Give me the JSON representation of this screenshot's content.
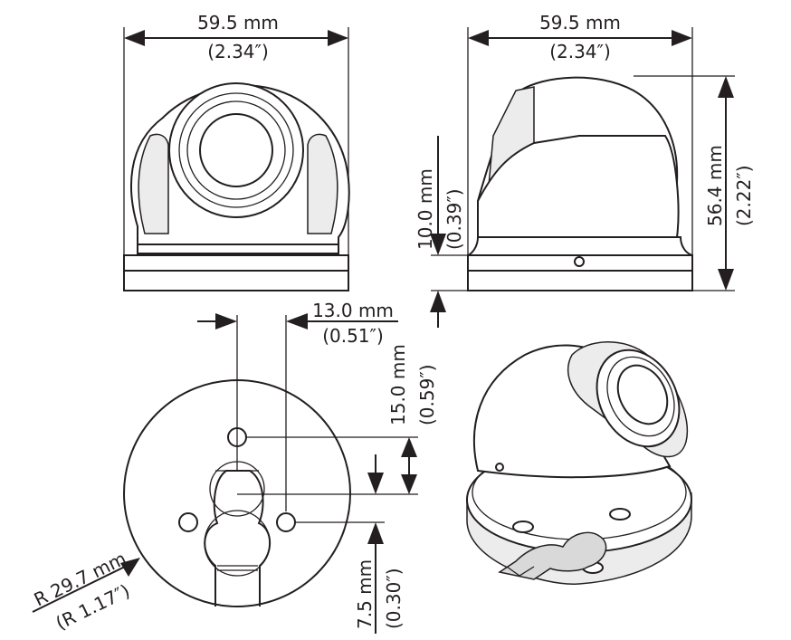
{
  "front_view": {
    "width_mm": "59.5 mm",
    "width_in": "(2.34″)"
  },
  "side_view": {
    "width_mm": "59.5 mm",
    "width_in": "(2.34″)",
    "base_height_mm": "10.0 mm",
    "base_height_in": "(0.39″)",
    "total_height_mm": "56.4 mm",
    "total_height_in": "(2.22″)"
  },
  "bottom_view": {
    "hole_spacing_mm": "13.0 mm",
    "hole_spacing_in": "(0.51″)",
    "hole_offset_mm": "15.0 mm",
    "hole_offset_in": "(0.59″)",
    "lower_offset_mm": "7.5 mm",
    "lower_offset_in": "(0.30″)",
    "radius_mm": "R 29.7 mm",
    "radius_in": "(R 1.17″)"
  },
  "colors": {
    "line": "#231f20",
    "fill": "#ffffff",
    "shade": "#ececec"
  }
}
